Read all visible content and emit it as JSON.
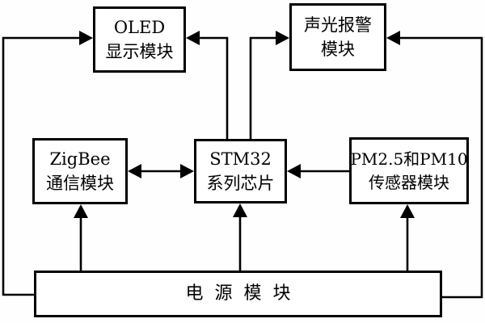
{
  "diagram": {
    "title_hint": "STM32 air-quality monitoring system block diagram",
    "colors": {
      "stroke": "#000000",
      "background": "#ffffff",
      "box_fill": "#ffffff"
    },
    "boxes": {
      "oled": {
        "line1": "OLED",
        "line2": "显示模块"
      },
      "alarm": {
        "line1": "声光报警",
        "line2": "模块"
      },
      "zigbee": {
        "line1": "ZigBee",
        "line2": "通信模块"
      },
      "stm32": {
        "line1": "STM32",
        "line2": "系列芯片"
      },
      "pm": {
        "line1": "PM2.5和PM10",
        "line2": "传感器模块"
      },
      "power": {
        "label": "电源模块"
      }
    },
    "connections": [
      {
        "from": "power",
        "to": "oled",
        "style": "arrow-into-oled-left-via-far-left-rail"
      },
      {
        "from": "power",
        "to": "alarm",
        "style": "arrow-into-alarm-right-via-far-right-rail"
      },
      {
        "from": "stm32",
        "to": "oled",
        "style": "arrow-into-oled-right"
      },
      {
        "from": "stm32",
        "to": "alarm",
        "style": "arrow-into-alarm-left"
      },
      {
        "from": "zigbee",
        "to": "stm32",
        "style": "bidirectional"
      },
      {
        "from": "pm",
        "to": "stm32",
        "style": "arrow-into-stm32-right"
      },
      {
        "from": "power",
        "to": "zigbee",
        "style": "arrow-up"
      },
      {
        "from": "power",
        "to": "stm32",
        "style": "arrow-up"
      },
      {
        "from": "power",
        "to": "pm",
        "style": "arrow-up"
      }
    ]
  }
}
